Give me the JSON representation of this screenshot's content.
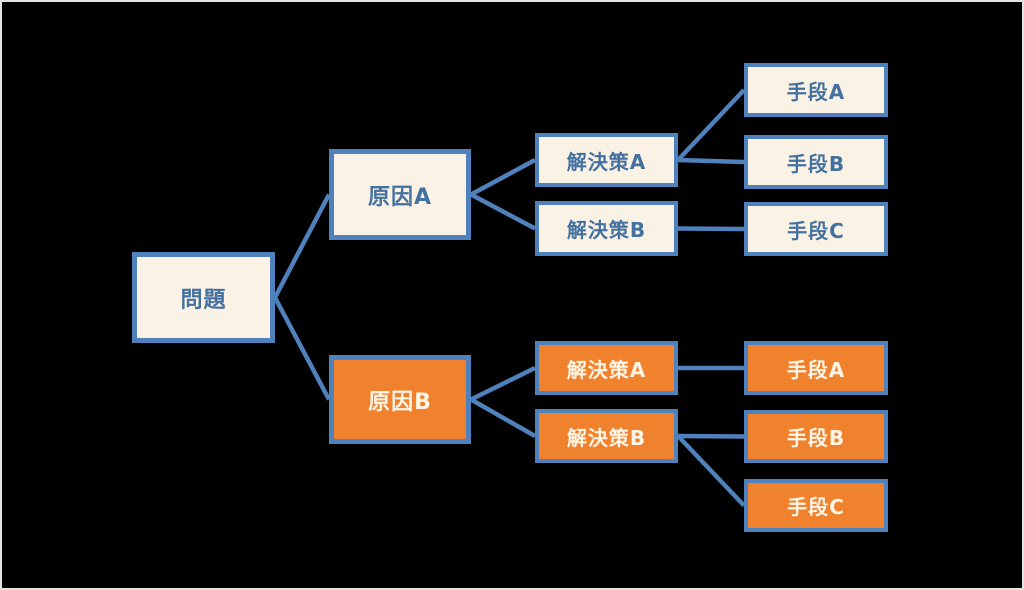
{
  "diagram": {
    "title": "problem-cause-solution logic tree",
    "background": "#000000",
    "frame_color": "#e3e3e3"
  },
  "colors": {
    "line": "#4f81bd",
    "box_border": "#4f81bd",
    "cream_fill": "#faf2e4",
    "cream_text": "#44719f",
    "orange_fill": "#f0812d",
    "orange_text": "#fdf5e6"
  },
  "nodes": [
    {
      "id": "problem",
      "label": "問題",
      "variant": "cream"
    },
    {
      "id": "cause-a",
      "label": "原因A",
      "variant": "cream"
    },
    {
      "id": "cause-b",
      "label": "原因B",
      "variant": "orange"
    },
    {
      "id": "solution-a-top",
      "label": "解決策A",
      "variant": "cream"
    },
    {
      "id": "solution-b-top",
      "label": "解決策B",
      "variant": "cream"
    },
    {
      "id": "means-a-top",
      "label": "手段A",
      "variant": "cream"
    },
    {
      "id": "means-b-top",
      "label": "手段B",
      "variant": "cream"
    },
    {
      "id": "means-c-top",
      "label": "手段C",
      "variant": "cream"
    },
    {
      "id": "solution-a-bottom",
      "label": "解決策A",
      "variant": "orange"
    },
    {
      "id": "solution-b-bottom",
      "label": "解決策B",
      "variant": "orange"
    },
    {
      "id": "means-a-bottom",
      "label": "手段A",
      "variant": "orange"
    },
    {
      "id": "means-b-bottom",
      "label": "手段B",
      "variant": "orange"
    },
    {
      "id": "means-c-bottom",
      "label": "手段C",
      "variant": "orange"
    }
  ],
  "edges": [
    {
      "from": "problem",
      "to": "cause-a"
    },
    {
      "from": "problem",
      "to": "cause-b"
    },
    {
      "from": "cause-a",
      "to": "solution-a-top"
    },
    {
      "from": "cause-a",
      "to": "solution-b-top"
    },
    {
      "from": "solution-a-top",
      "to": "means-a-top"
    },
    {
      "from": "solution-a-top",
      "to": "means-b-top"
    },
    {
      "from": "solution-b-top",
      "to": "means-c-top"
    },
    {
      "from": "cause-b",
      "to": "solution-a-bottom"
    },
    {
      "from": "cause-b",
      "to": "solution-b-bottom"
    },
    {
      "from": "solution-a-bottom",
      "to": "means-a-bottom"
    },
    {
      "from": "solution-b-bottom",
      "to": "means-b-bottom"
    },
    {
      "from": "solution-b-bottom",
      "to": "means-c-bottom"
    }
  ]
}
